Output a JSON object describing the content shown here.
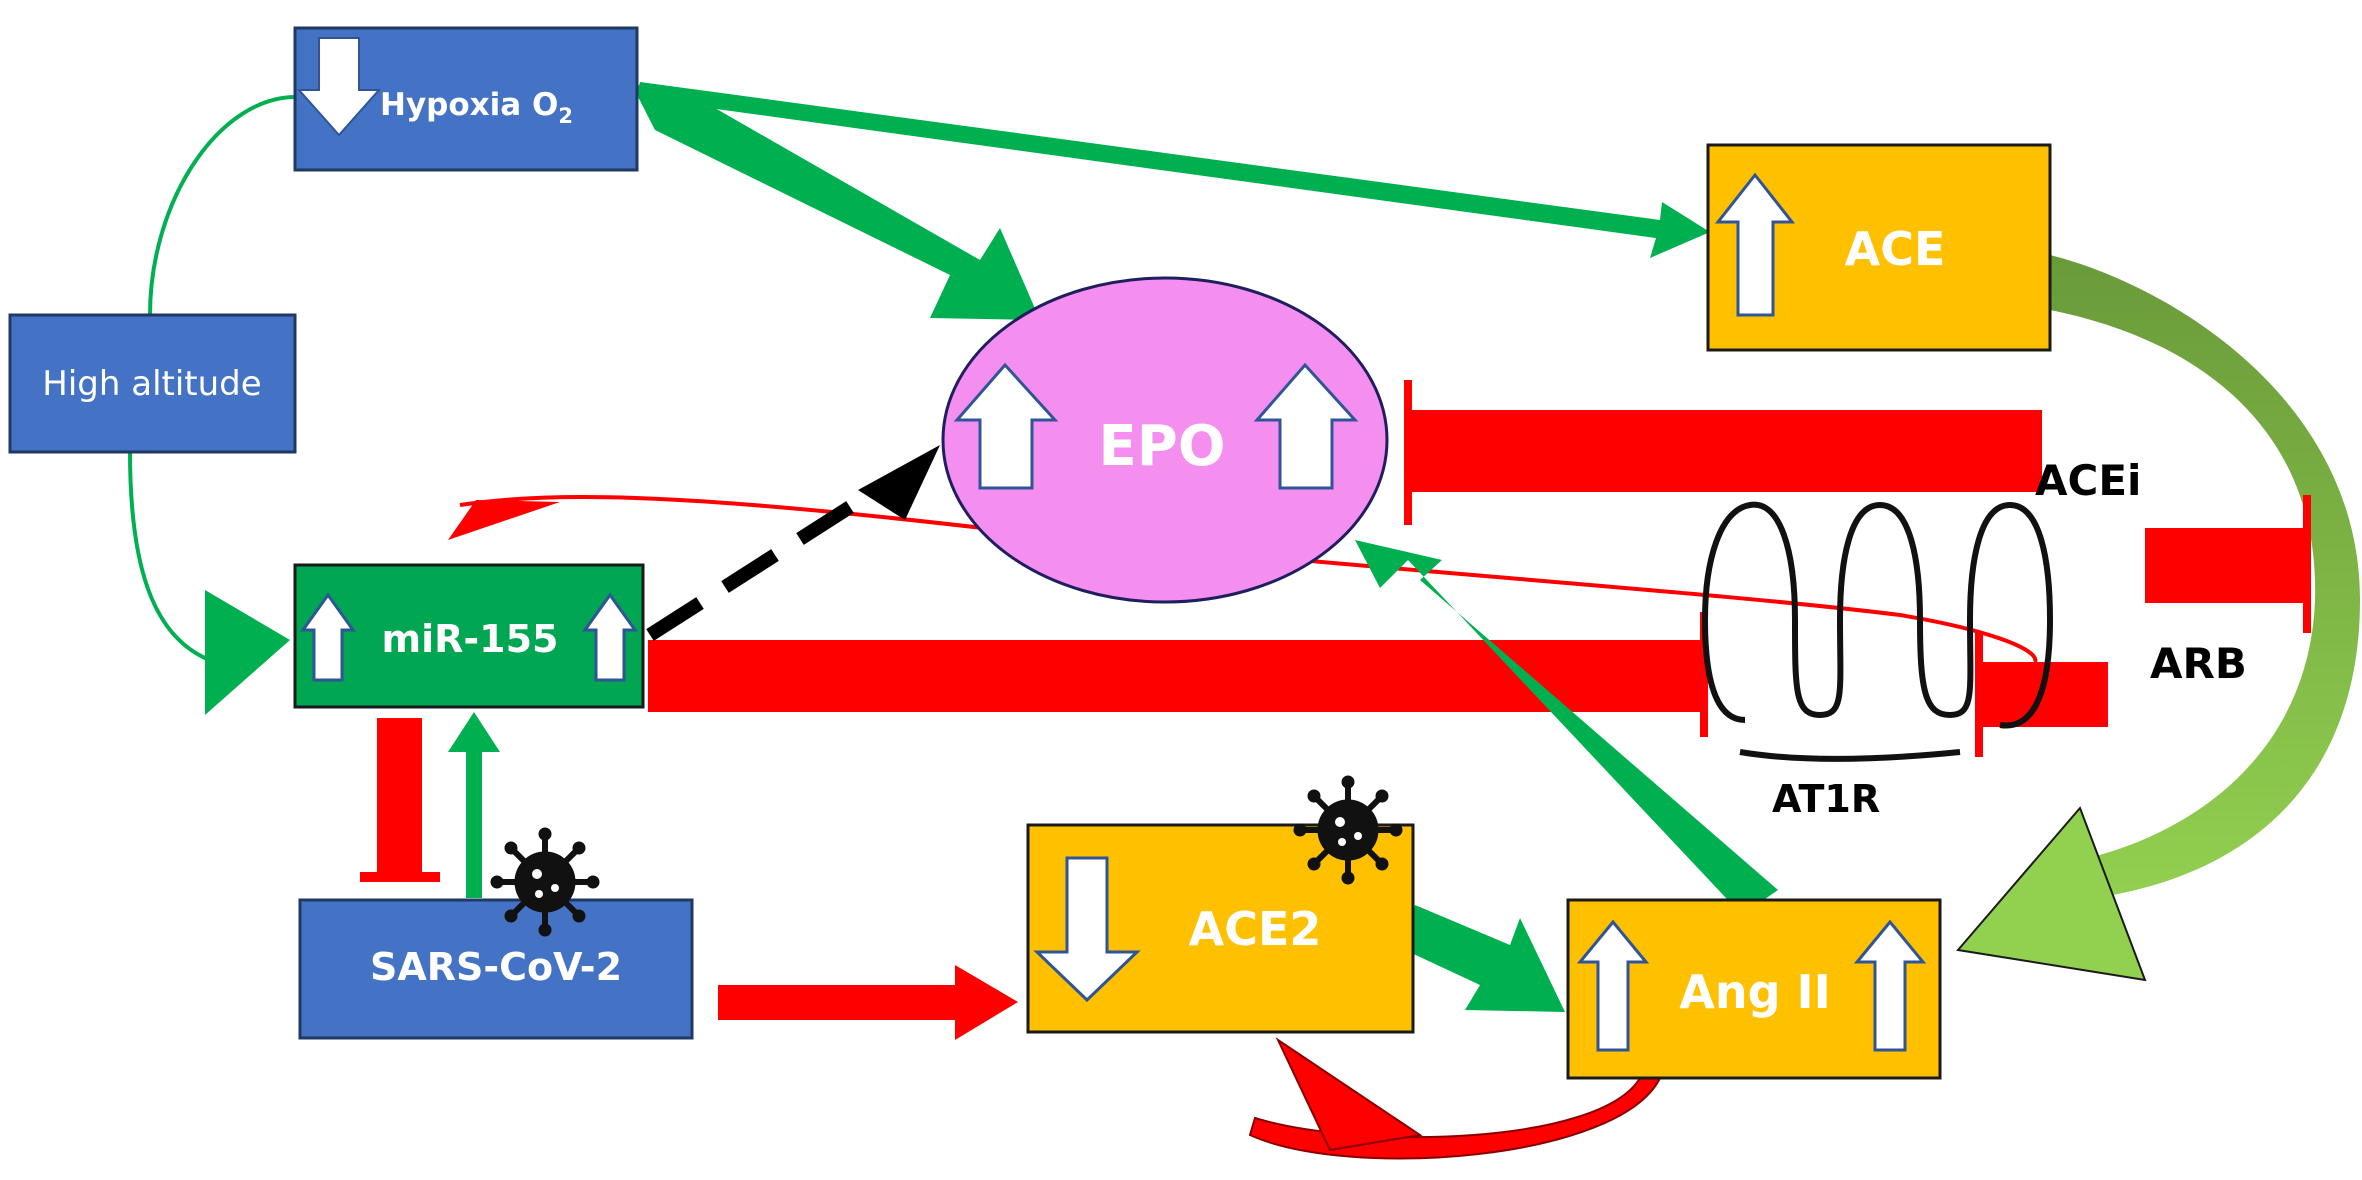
{
  "nodes": {
    "hypoxia": {
      "label": "Hypoxia O",
      "subscript": "2"
    },
    "high_altitude": {
      "label": "High altitude"
    },
    "ace": {
      "label": "ACE"
    },
    "epo": {
      "label": "EPO"
    },
    "mir155": {
      "label": "miR-155"
    },
    "sars": {
      "label": "SARS-CoV-2"
    },
    "ace2": {
      "label": "ACE2"
    },
    "ang2": {
      "label": "Ang II"
    }
  },
  "labels": {
    "acei": "ACEi",
    "arb": "ARB",
    "at1r": "AT1R"
  },
  "colors": {
    "blue": "#4472C4",
    "green_box": "#00A651",
    "gold": "#FFC000",
    "pink": "#F48FF0",
    "arrow_green": "#00B050",
    "arrow_red": "#FF0000",
    "curve_green": "#7AB648"
  }
}
